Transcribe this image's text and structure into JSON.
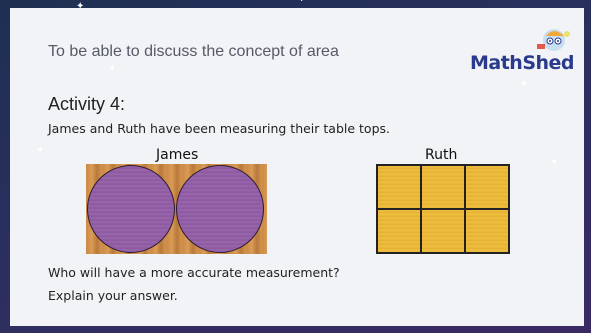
{
  "slide": {
    "objective": "To be able to discuss the concept of area",
    "logo_text": "MathShed",
    "activity_title": "Activity 4:",
    "activity_description": "James and Ruth have been measuring their table tops.",
    "james_label": "James",
    "ruth_label": "Ruth",
    "question": "Who will have a more accurate measurement?",
    "instruction": "Explain your answer."
  },
  "colors": {
    "background": "#2a2f5e",
    "card": "#f2f3f6",
    "circle_fill": "#9a66ad",
    "tile_fill": "#f0c040",
    "wood": "#c98a45",
    "logo": "#2a3a8c"
  },
  "icons": [
    "star-icon",
    "mathshed-mascot-icon"
  ]
}
